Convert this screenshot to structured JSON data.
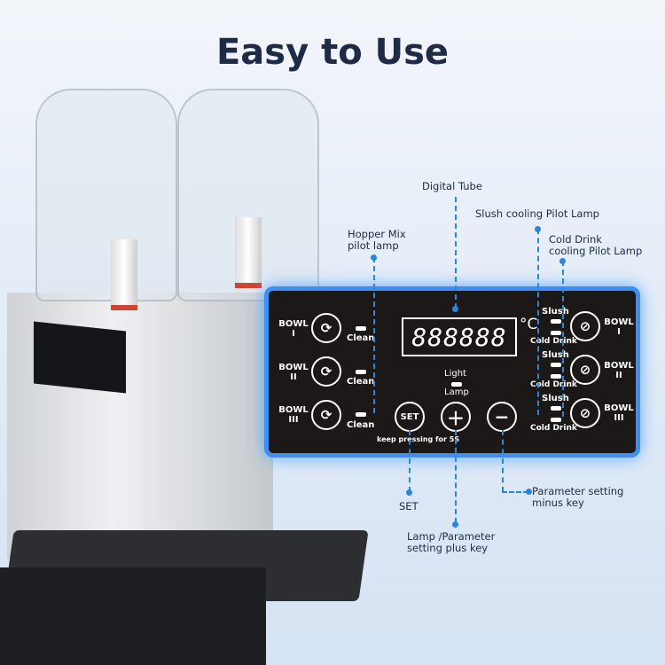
{
  "title": "Easy to Use",
  "panel": {
    "bowls": [
      {
        "label": "BOWL",
        "num": "I"
      },
      {
        "label": "BOWL",
        "num": "II"
      },
      {
        "label": "BOWL",
        "num": "III"
      }
    ],
    "clean": "Clean",
    "display": "888888",
    "unit": "°C",
    "light": "Light",
    "lamp": "Lamp",
    "set": "SET",
    "set_hint": "keep pressing for 5S",
    "slush": "Slush",
    "cold_drink": "Cold Drink"
  },
  "callouts": {
    "digital_tube": "Digital Tube",
    "slush_lamp": "Slush cooling Pilot Lamp",
    "cold_drink_lamp": [
      "Cold Drink",
      "cooling Pilot Lamp"
    ],
    "hopper": [
      "Hopper Mix",
      "pilot lamp"
    ],
    "set": "SET",
    "plus": [
      "Lamp /Parameter",
      "setting plus key"
    ],
    "minus": [
      "Parameter setting",
      "minus key"
    ]
  },
  "colors": {
    "accent": "#2a86d6",
    "panel_border": "#3f8ff0",
    "title": "#1f2a44"
  }
}
